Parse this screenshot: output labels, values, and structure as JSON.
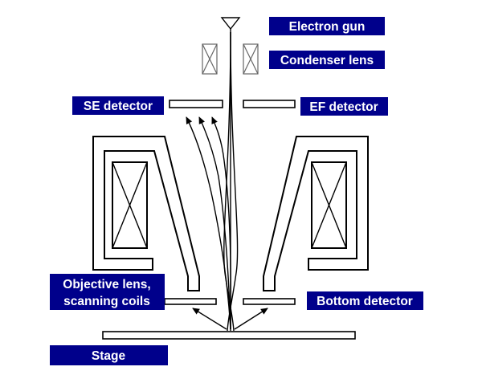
{
  "labels": {
    "electron_gun": "Electron gun",
    "condenser_lens": "Condenser lens",
    "se_detector": "SE detector",
    "ef_detector": "EF detector",
    "objective_lens_line1": "Objective lens,",
    "objective_lens_line2": "scanning coils",
    "bottom_detector": "Bottom detector",
    "stage": "Stage"
  },
  "colors": {
    "label_background": "#00008b",
    "label_text": "#ffffff",
    "line": "#000000"
  }
}
